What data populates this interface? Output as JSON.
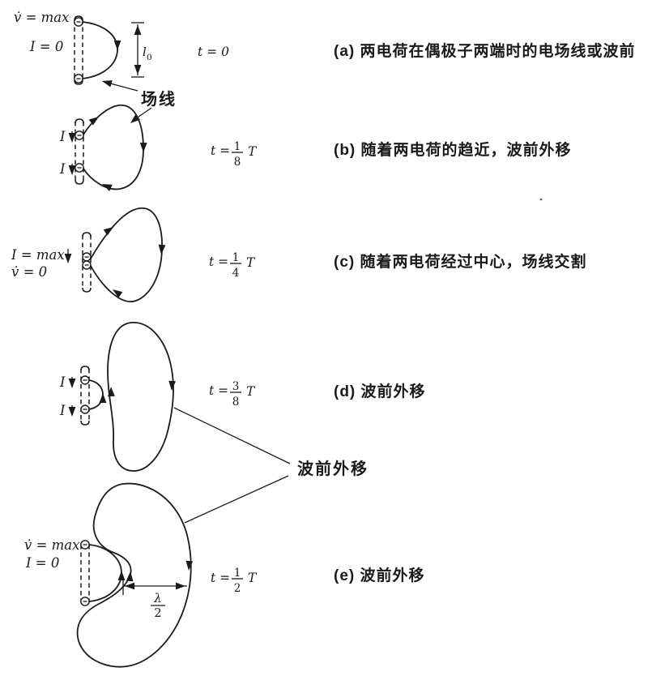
{
  "colors": {
    "background": "#ffffff",
    "ink": "#1a1a1a"
  },
  "labels": {
    "field_line": "场线",
    "wavefront_out": "波前外移"
  },
  "dims": {
    "l0": {
      "main": "l",
      "sub": "0"
    },
    "half_wavelength": {
      "num": "λ",
      "den": "2"
    }
  },
  "rows": [
    {
      "id": "a",
      "state": [
        "v̇ = max",
        "I = 0"
      ],
      "time": {
        "text": "t = 0"
      },
      "caption": "(a) 两电荷在偶极子两端时的电场线或波前"
    },
    {
      "id": "b",
      "state": [
        "I",
        "I"
      ],
      "time": {
        "prefix": "t =",
        "num": "1",
        "den": "8",
        "suffix": "T"
      },
      "caption": "(b) 随着两电荷的趋近，波前外移"
    },
    {
      "id": "c",
      "state": [
        "I = max",
        "v̇ = 0"
      ],
      "time": {
        "prefix": "t =",
        "num": "1",
        "den": "4",
        "suffix": "T"
      },
      "caption": "(c) 随着两电荷经过中心，场线交割"
    },
    {
      "id": "d",
      "state": [
        "I",
        "I"
      ],
      "time": {
        "prefix": "t =",
        "num": "3",
        "den": "8",
        "suffix": "T"
      },
      "caption": "(d) 波前外移"
    },
    {
      "id": "e",
      "state": [
        "v̇ = max",
        "I = 0"
      ],
      "time": {
        "prefix": "t =",
        "num": "1",
        "den": "2",
        "suffix": "T"
      },
      "caption": "(e) 波前外移"
    }
  ]
}
